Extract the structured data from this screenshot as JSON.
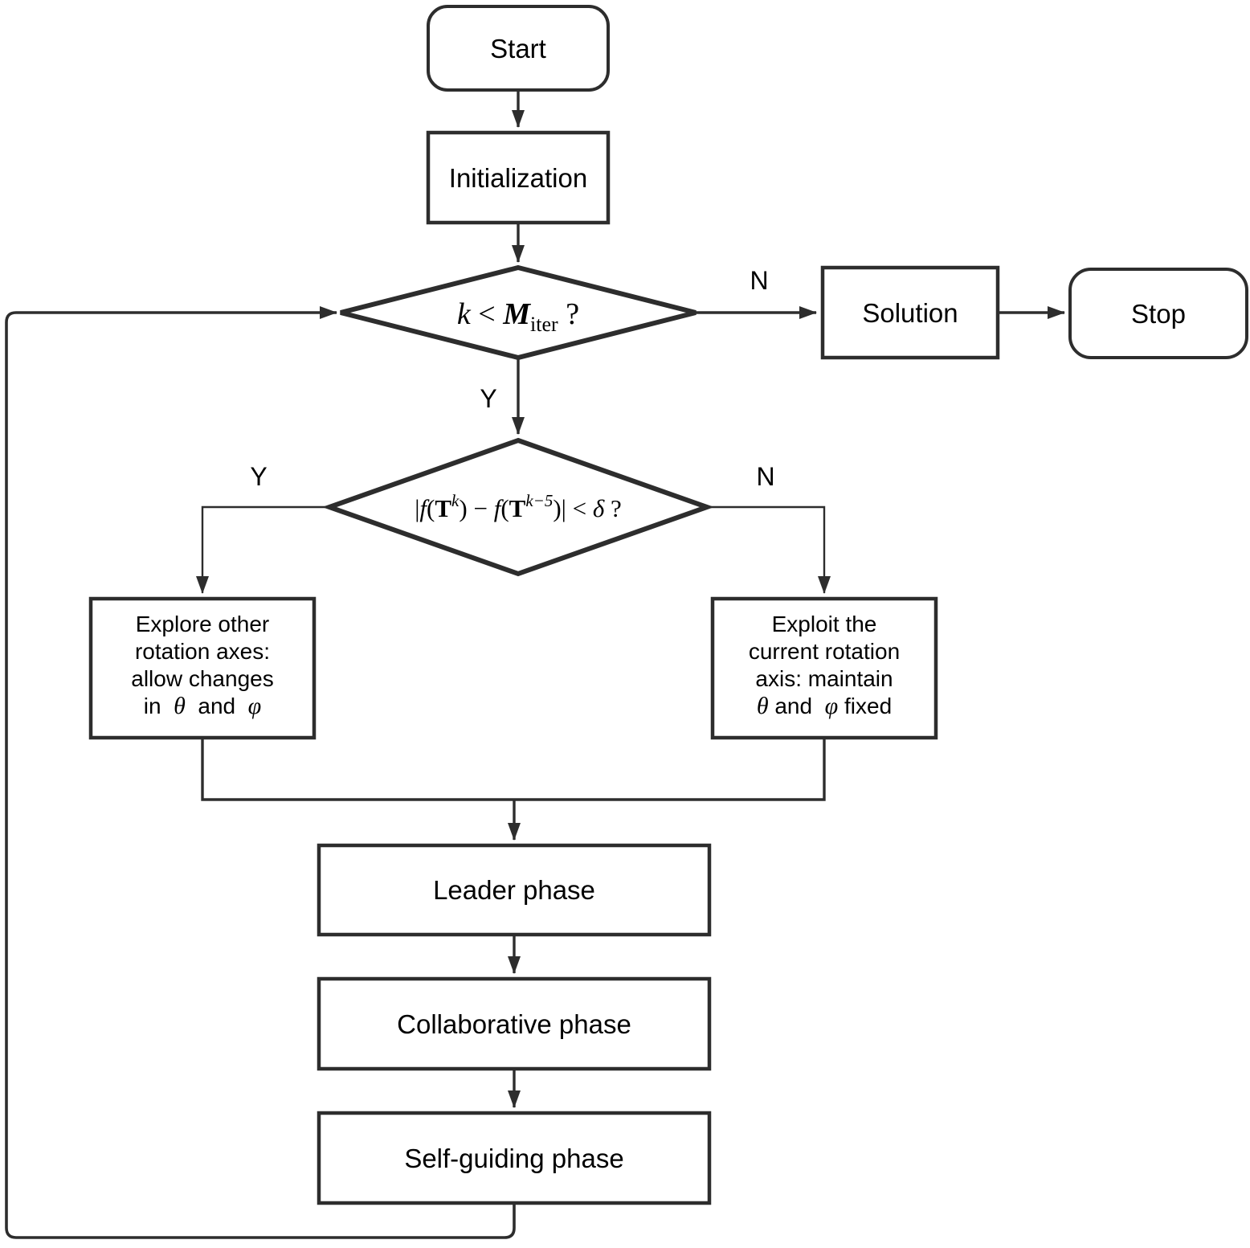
{
  "title": "Flowchart of iterative optimization algorithm",
  "colors": {
    "line": "#2d2d2d",
    "background": "#ffffff",
    "text": "#000000"
  },
  "nodes": {
    "start": {
      "label": "Start"
    },
    "initialization": {
      "label": "Initialization"
    },
    "decision_iter": {
      "k": "k",
      "lt": " < ",
      "M": "M",
      "sub": "iter",
      "q": " ?"
    },
    "solution": {
      "label": "Solution"
    },
    "stop": {
      "label": "Stop"
    },
    "decision_delta": {
      "bar1": "|",
      "f1": "f",
      "open1": "(",
      "T1": "T",
      "sup1": "k",
      "close1": ")",
      "minus": " − ",
      "f2": "f",
      "open2": "(",
      "T2": "T",
      "sup2": "k−5",
      "close2": ")",
      "bar2": "| < ",
      "delta": "δ",
      "q": " ?"
    },
    "explore": {
      "line1": "Explore other",
      "line2": "rotation axes:",
      "line3": "allow changes",
      "line4a": "in  ",
      "line4b": "θ",
      "line4c": "  and  ",
      "line4d": "φ"
    },
    "exploit": {
      "line1": "Exploit the",
      "line2": "current rotation",
      "line3": "axis: maintain",
      "line4a": "θ",
      "line4b": " and  ",
      "line4c": "φ",
      "line4d": " fixed"
    },
    "leader": {
      "label": "Leader phase"
    },
    "collaborative": {
      "label": "Collaborative phase"
    },
    "self_guiding": {
      "label": "Self-guiding phase"
    }
  },
  "edge_labels": {
    "iter_no": "N",
    "iter_yes": "Y",
    "delta_yes": "Y",
    "delta_no": "N"
  }
}
